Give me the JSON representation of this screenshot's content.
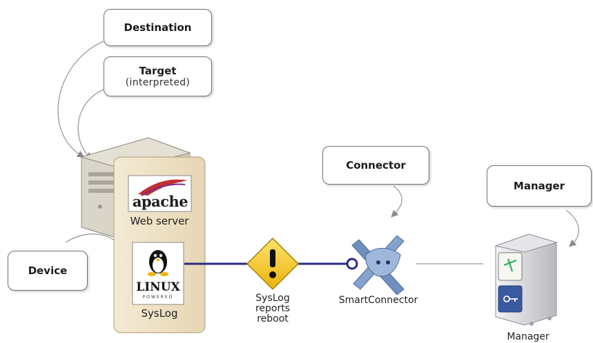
{
  "callouts": {
    "destination": "Destination",
    "target_title": "Target",
    "target_sub": "(interpreted)",
    "connector": "Connector",
    "manager": "Manager",
    "device": "Device"
  },
  "labels": {
    "web_server": "Web server",
    "syslog": "SysLog",
    "event_line1": "SysLog",
    "event_line2": "reports",
    "event_line3": "reboot",
    "smartconnector": "SmartConnector",
    "manager_host": "Manager"
  },
  "logos": {
    "apache": "apache",
    "linux": "LINUX",
    "linux_small": "POWERED"
  },
  "icons": {
    "warning": "warning-icon",
    "server": "server-icon",
    "connector": "smartconnector-icon",
    "manager": "manager-server-icon"
  },
  "colors": {
    "link_line": "#2a2a86",
    "panel": "#efe3c9",
    "warning": "#f4c61d"
  }
}
